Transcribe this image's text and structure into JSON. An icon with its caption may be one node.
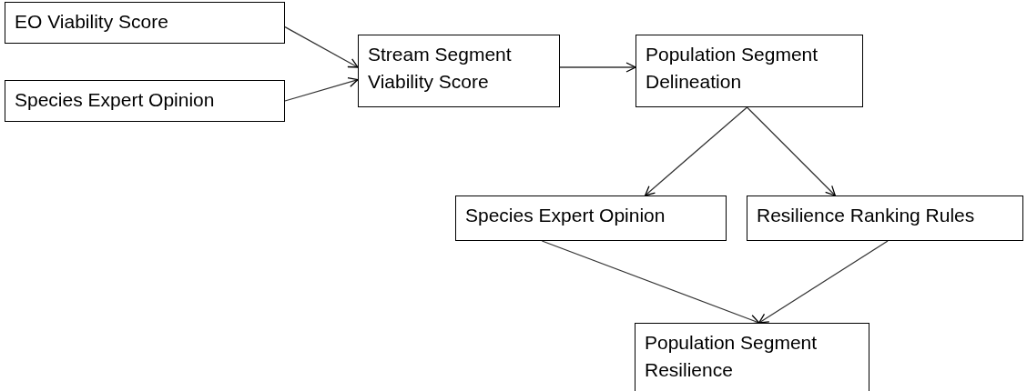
{
  "diagram": {
    "nodes": [
      {
        "text": [
          "EO Viability Score"
        ]
      },
      {
        "text": [
          "Species Expert Opinion"
        ]
      },
      {
        "text": [
          "Stream Segment Viability Score"
        ]
      },
      {
        "text": [
          "Population Segment Delineation"
        ]
      },
      {
        "text": [
          "Species Expert Opinion"
        ]
      },
      {
        "text": [
          "Resilience Ranking Rules"
        ]
      },
      {
        "text": [
          "Population Segment Resilience"
        ]
      }
    ],
    "edges": [
      {
        "from": 0,
        "to": 2,
        "arrow": "to"
      },
      {
        "from": 1,
        "to": 2,
        "arrow": "to"
      },
      {
        "from": 2,
        "to": 3,
        "arrow": "to"
      },
      {
        "from": 3,
        "to": 4,
        "arrow": "to"
      },
      {
        "from": 3,
        "to": 5,
        "arrow": "to"
      },
      {
        "from": 4,
        "to": 6,
        "arrow": "to"
      },
      {
        "from": 5,
        "to": 6,
        "arrow": "to"
      }
    ]
  }
}
